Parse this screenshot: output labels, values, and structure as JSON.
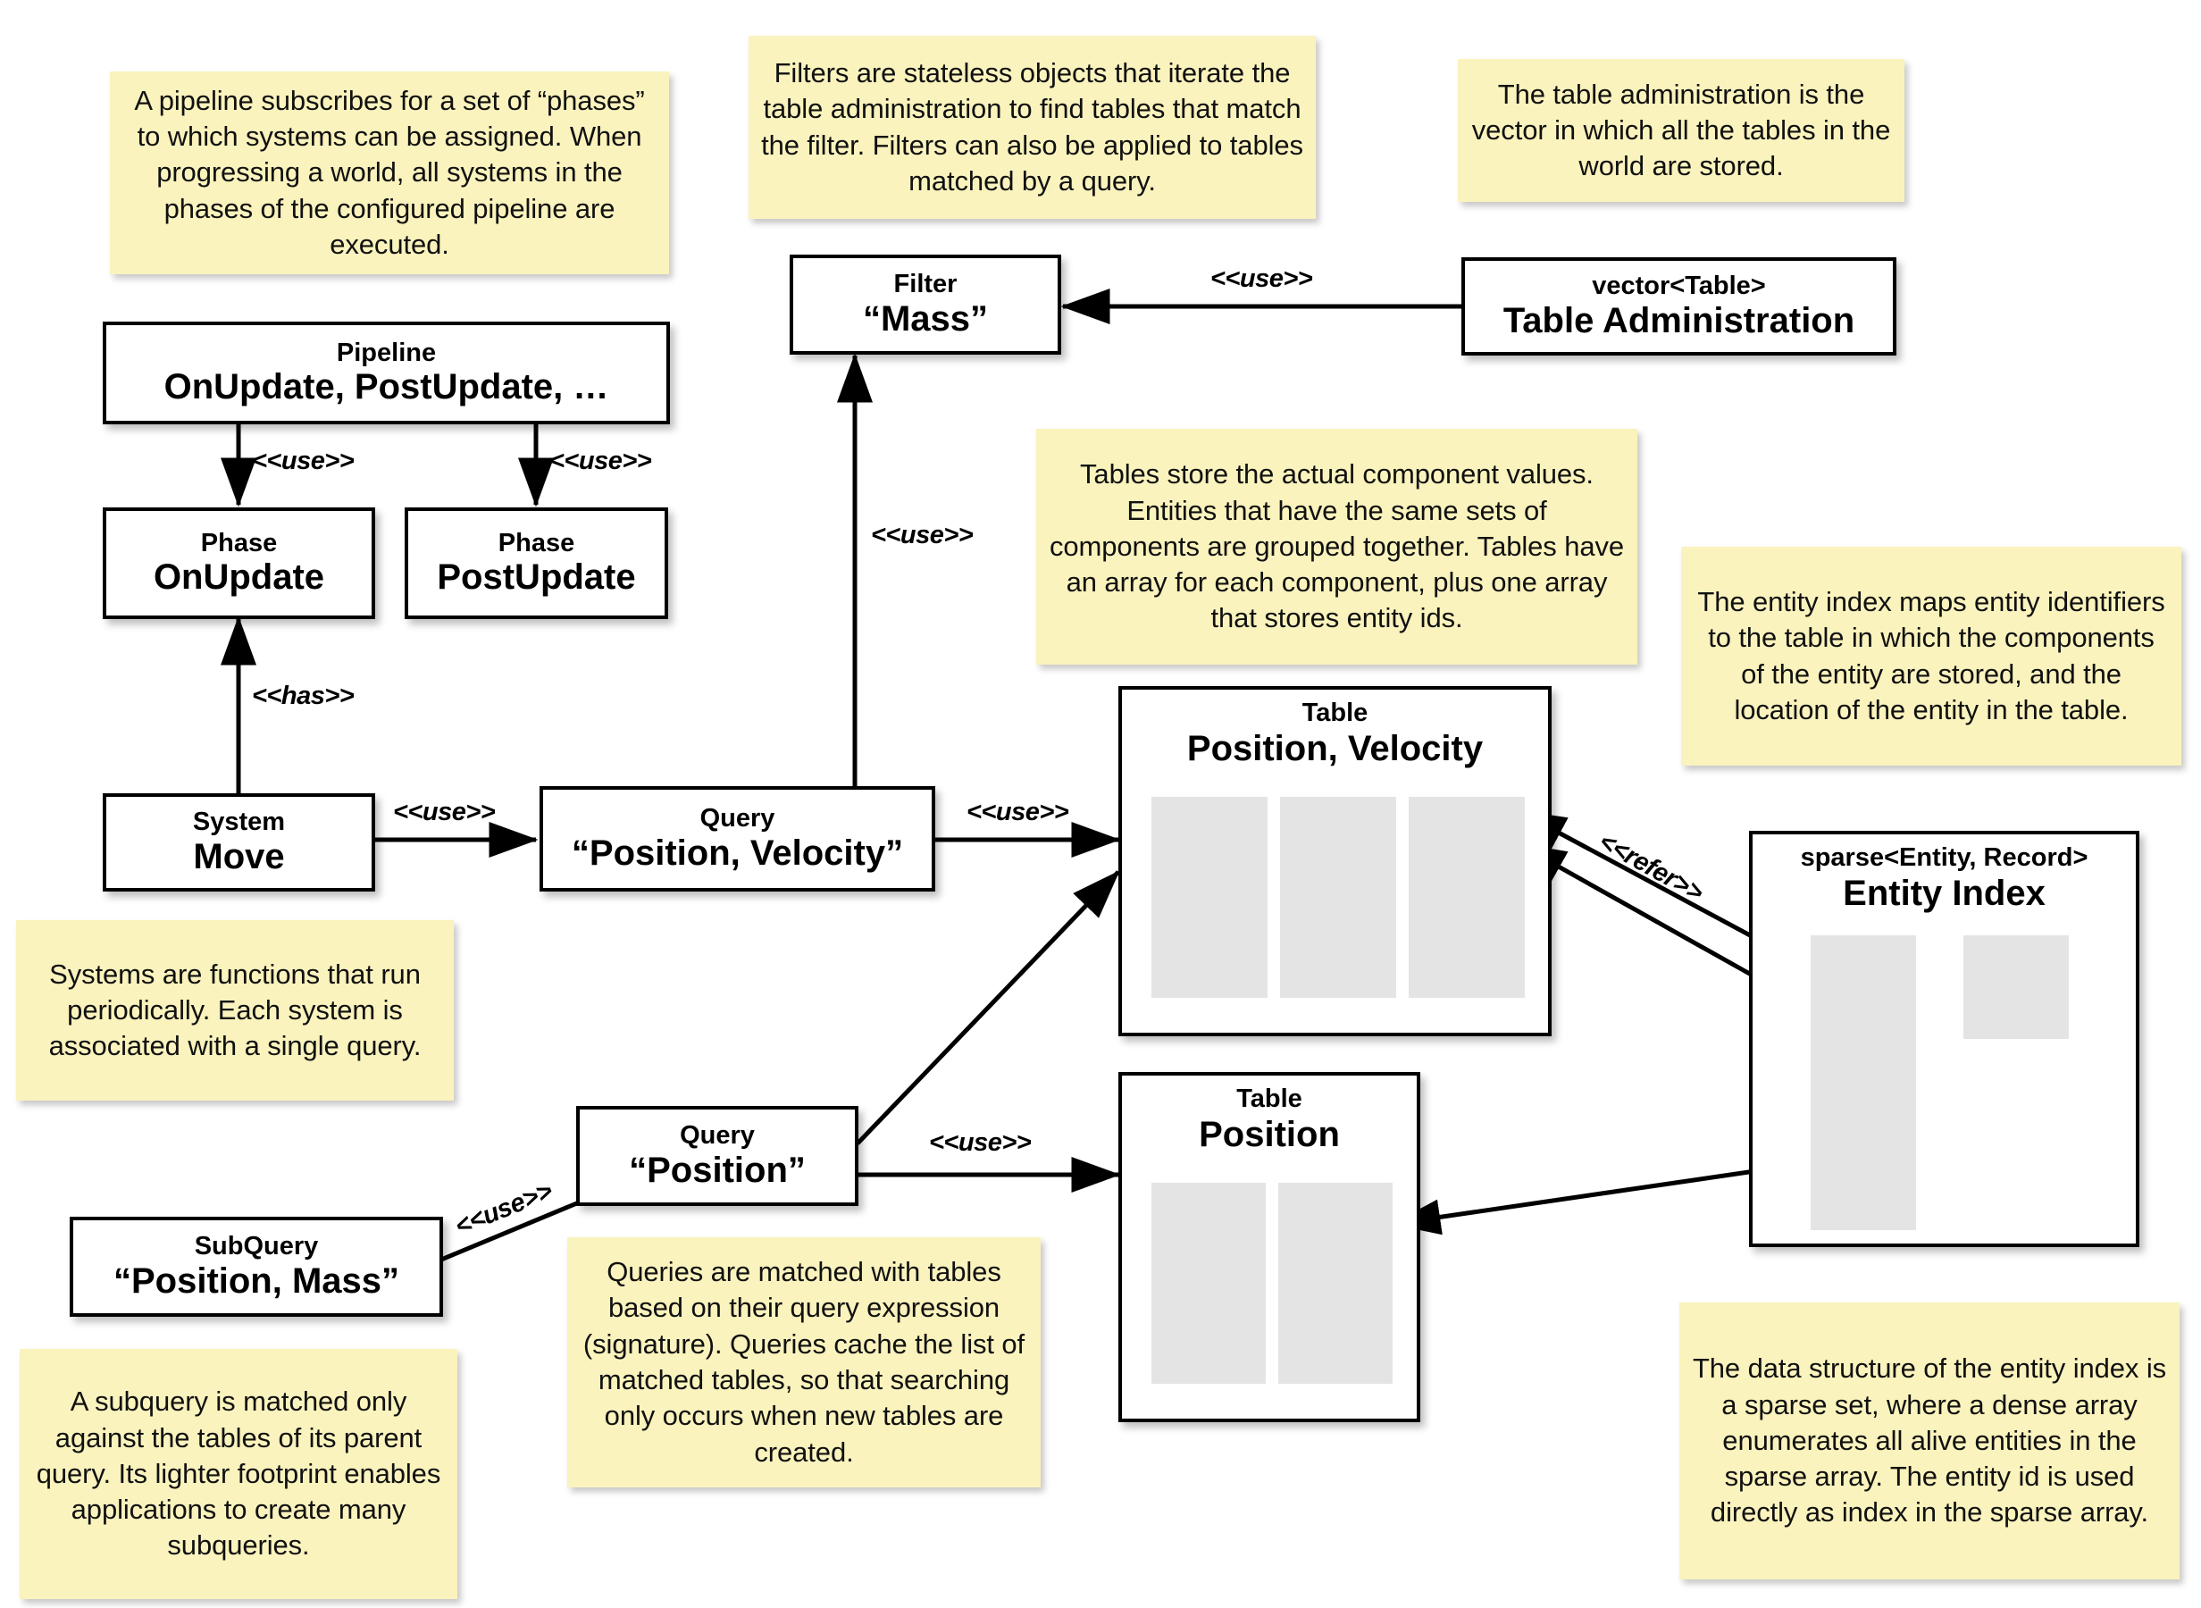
{
  "diagram": {
    "title": "ECS architecture diagram",
    "note_color": "#FAF3BD",
    "box_border_color": "#000000",
    "column_fill_color": "#E4E4E4"
  },
  "notes": [
    {
      "id": "note-pipeline",
      "text": "A pipeline subscribes for a set of “phases” to which systems can be assigned. When progressing a world, all systems in the phases of the configured pipeline are executed."
    },
    {
      "id": "note-filter",
      "text": "Filters are stateless objects that iterate the table administration to find tables that match the filter. Filters can also be applied to tables matched by a query."
    },
    {
      "id": "note-table-administration",
      "text": "The table administration is the vector in which all the tables in the world are stored."
    },
    {
      "id": "note-tables",
      "text": "Tables store the actual component values. Entities that have the same sets of components are grouped together. Tables have an array for each component, plus one array that stores entity ids."
    },
    {
      "id": "note-entity-index",
      "text": "The entity index maps entity identifiers to the table in which the components of the entity are stored, and the location of the entity in the table."
    },
    {
      "id": "note-systems",
      "text": "Systems are functions that run periodically. Each system is associated with a single query."
    },
    {
      "id": "note-queries",
      "text": "Queries are matched with tables based on their query expression (signature). Queries cache the list of matched tables, so that searching only occurs when new tables are created."
    },
    {
      "id": "note-subquery",
      "text": "A subquery is matched only against the tables of its parent query. Its lighter footprint enables applications to create many subqueries."
    },
    {
      "id": "note-sparse-set",
      "text": "The data structure of the entity index is a sparse set, where a dense array enumerates all alive entities in the sparse array. The entity id is used directly as index in the sparse array."
    }
  ],
  "boxes": [
    {
      "id": "box-pipeline",
      "stereotype": "Pipeline",
      "name": "OnUpdate, PostUpdate, …"
    },
    {
      "id": "box-phase-onupdate",
      "stereotype": "Phase",
      "name": "OnUpdate"
    },
    {
      "id": "box-phase-postupdate",
      "stereotype": "Phase",
      "name": "PostUpdate"
    },
    {
      "id": "box-system-move",
      "stereotype": "System",
      "name": "Move"
    },
    {
      "id": "box-query-position-velocity",
      "stereotype": "Query",
      "name": "“Position, Velocity”"
    },
    {
      "id": "box-filter-mass",
      "stereotype": "Filter",
      "name": "“Mass”"
    },
    {
      "id": "box-table-administration",
      "stereotype": "vector<Table>",
      "name": "Table Administration"
    },
    {
      "id": "box-query-position",
      "stereotype": "Query",
      "name": "“Position”"
    },
    {
      "id": "box-subquery-position-mass",
      "stereotype": "SubQuery",
      "name": "“Position, Mass”"
    },
    {
      "id": "box-table-position-velocity",
      "stereotype": "Table",
      "name": "Position, Velocity",
      "columns": 3
    },
    {
      "id": "box-table-position",
      "stereotype": "Table",
      "name": "Position",
      "columns": 2
    },
    {
      "id": "box-entity-index",
      "stereotype": "sparse<Entity, Record>",
      "name": "Entity Index"
    }
  ],
  "edge_labels": [
    {
      "id": "edge-pipeline-onupdate",
      "text": "<<use>>"
    },
    {
      "id": "edge-pipeline-postupdate",
      "text": "<<use>>"
    },
    {
      "id": "edge-system-has-phase",
      "text": "<<has>>"
    },
    {
      "id": "edge-system-uses-query",
      "text": "<<use>>"
    },
    {
      "id": "edge-query-uses-filter",
      "text": "<<use>>"
    },
    {
      "id": "edge-query-uses-table",
      "text": "<<use>>"
    },
    {
      "id": "edge-tableadmin-uses-filter",
      "text": "<<use>>"
    },
    {
      "id": "edge-queryposition-uses-table",
      "text": "<<use>>"
    },
    {
      "id": "edge-subquery-uses-query",
      "text": "<<use>>"
    },
    {
      "id": "edge-entityindex-refers-table",
      "text": "<<refer>>"
    }
  ]
}
